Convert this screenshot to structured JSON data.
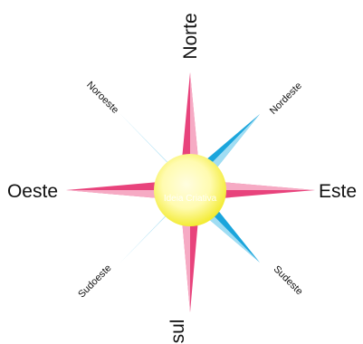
{
  "labels": {
    "north": "Norte",
    "south": "sul",
    "east": "Este",
    "west": "Oeste",
    "northeast": "Nordeste",
    "northwest": "Noroeste",
    "southeast": "Sudeste",
    "southwest": "Sudoeste"
  },
  "center": {
    "watermark": "Ideia Criativa"
  },
  "colors": {
    "cardinal_point": "#e8437c",
    "cardinal_light": "#f9c4d6",
    "intercardinal_point": "#1aa5dc",
    "intercardinal_light": "#b9e6f7",
    "sun_core": "#fffbb0",
    "sun_edge": "#f2ea2a"
  }
}
